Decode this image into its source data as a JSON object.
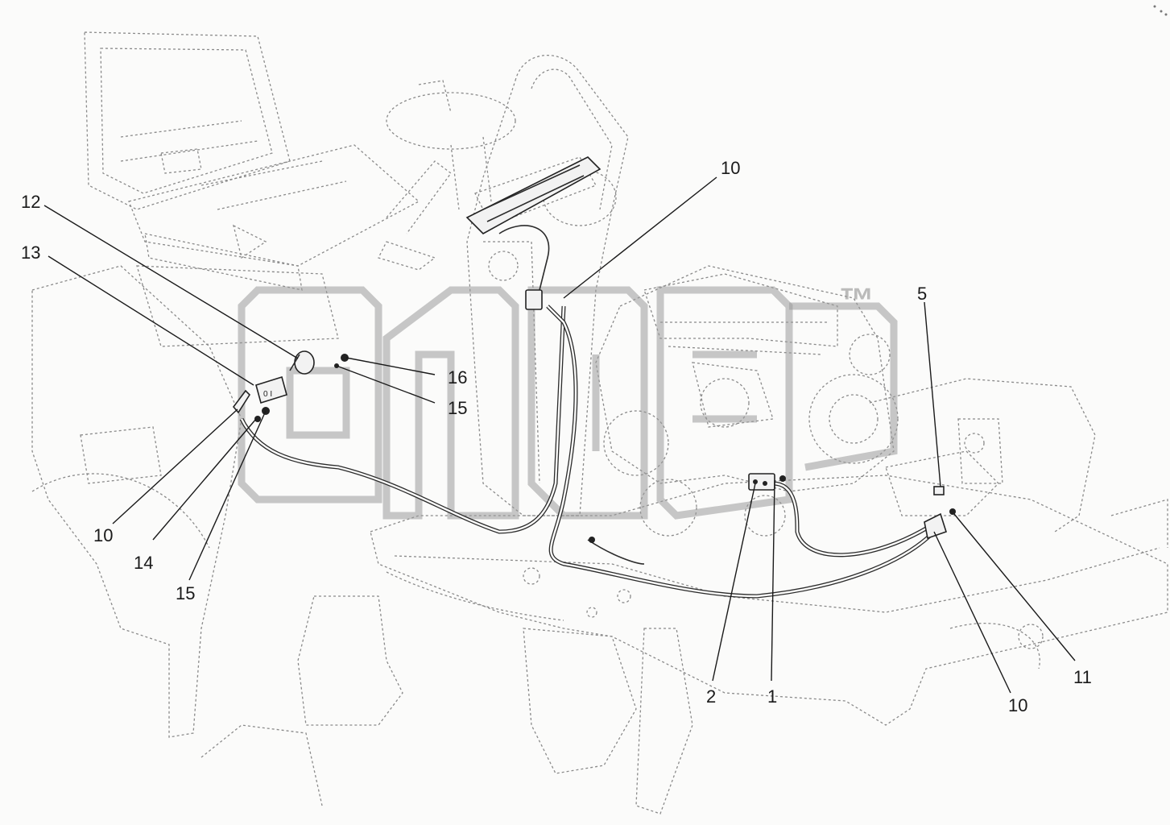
{
  "diagram": {
    "callouts": [
      {
        "id": "c-10-top",
        "text": "10"
      },
      {
        "id": "c-12",
        "text": "12"
      },
      {
        "id": "c-13",
        "text": "13"
      },
      {
        "id": "c-16",
        "text": "16"
      },
      {
        "id": "c-15-right",
        "text": "15"
      },
      {
        "id": "c-5",
        "text": "5"
      },
      {
        "id": "c-10-left",
        "text": "10"
      },
      {
        "id": "c-14",
        "text": "14"
      },
      {
        "id": "c-15-bottom",
        "text": "15"
      },
      {
        "id": "c-2",
        "text": "2"
      },
      {
        "id": "c-1",
        "text": "1"
      },
      {
        "id": "c-10-bottom",
        "text": "10"
      },
      {
        "id": "c-11",
        "text": "11"
      }
    ],
    "watermark": {
      "logo_icon": "watermark-logo-icon",
      "trademark": "™"
    },
    "colors": {
      "background": "#fbfbfa",
      "line": "#1a1a1a",
      "dashed": "#8a8a8a",
      "watermark": "#9a9a9a"
    }
  }
}
